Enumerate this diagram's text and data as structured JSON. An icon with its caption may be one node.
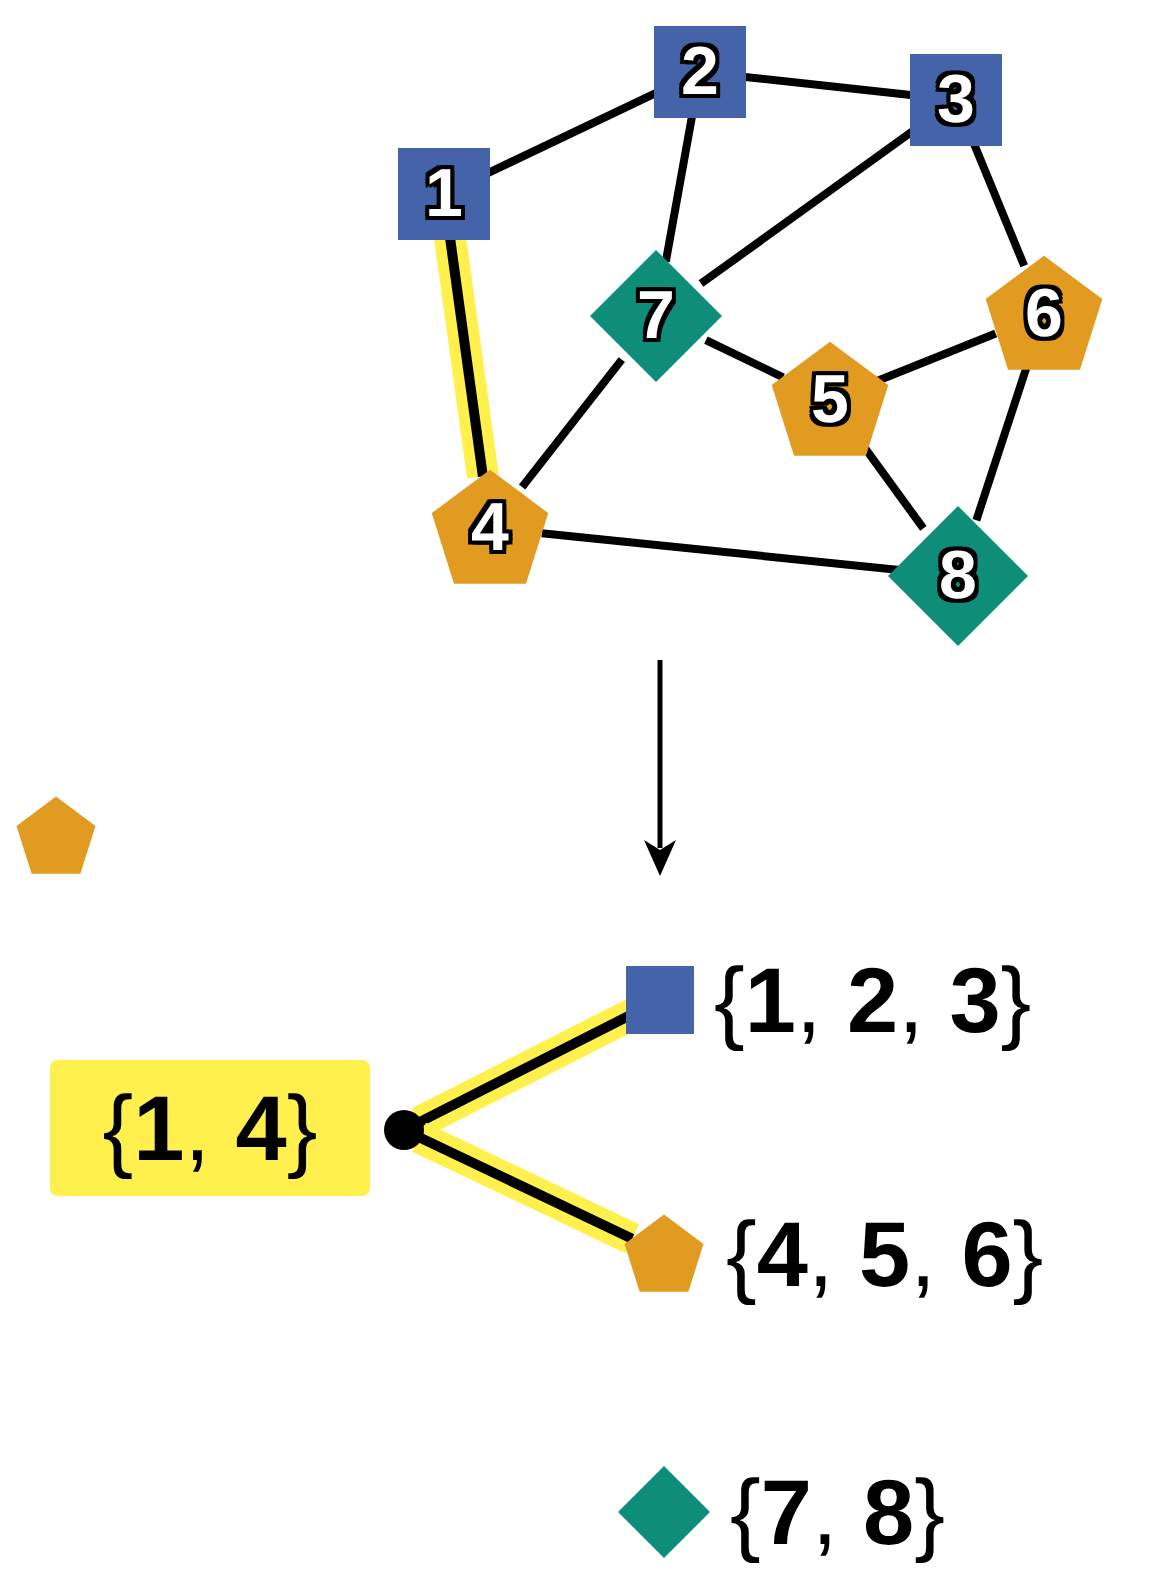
{
  "diagram": {
    "nodes": [
      {
        "text": [
          "1"
        ]
      },
      {
        "text": [
          "2"
        ]
      },
      {
        "text": [
          "3"
        ]
      },
      {
        "text": [
          "4"
        ]
      },
      {
        "text": [
          "5"
        ]
      },
      {
        "text": [
          "6"
        ]
      },
      {
        "text": [
          "7"
        ]
      },
      {
        "text": [
          "8"
        ]
      },
      {
        "text": [],
        "shape": "pentagon"
      },
      {
        "text": [
          "{**1**, **4**}"
        ]
      },
      {
        "text": [],
        "shape": "circle"
      },
      {
        "text": [],
        "shape": "box",
        "beside": [
          "{**1**, **2**, **3**}"
        ]
      },
      {
        "text": [],
        "shape": "pentagon",
        "beside": [
          "{**4**, **5**, **6**}"
        ]
      },
      {
        "text": [],
        "shape": "diamond",
        "beside": [
          "{**7**, **8**}"
        ]
      }
    ],
    "edges": [
      {
        "from": 0,
        "to": 1,
        "arrow": "none"
      },
      {
        "from": 1,
        "to": 2,
        "arrow": "none"
      },
      {
        "from": 0,
        "to": 3,
        "arrow": "none",
        "style": "thick",
        "color": "#fff04d"
      },
      {
        "from": 1,
        "to": 6,
        "arrow": "none"
      },
      {
        "from": 2,
        "to": 6,
        "arrow": "none"
      },
      {
        "from": 2,
        "to": 5,
        "arrow": "none"
      },
      {
        "from": 6,
        "to": 3,
        "arrow": "none"
      },
      {
        "from": 6,
        "to": 4,
        "arrow": "none"
      },
      {
        "from": 4,
        "to": 5,
        "arrow": "none"
      },
      {
        "from": 4,
        "to": 7,
        "arrow": "none"
      },
      {
        "from": 5,
        "to": 7,
        "arrow": "none"
      },
      {
        "from": 3,
        "to": 7,
        "arrow": "none"
      },
      {
        "from": 10,
        "to": 11,
        "arrow": "none",
        "style": "thick",
        "color": "#fff04d"
      },
      {
        "from": 10,
        "to": 12,
        "arrow": "none",
        "style": "thick",
        "color": "#fff04d"
      }
    ]
  }
}
